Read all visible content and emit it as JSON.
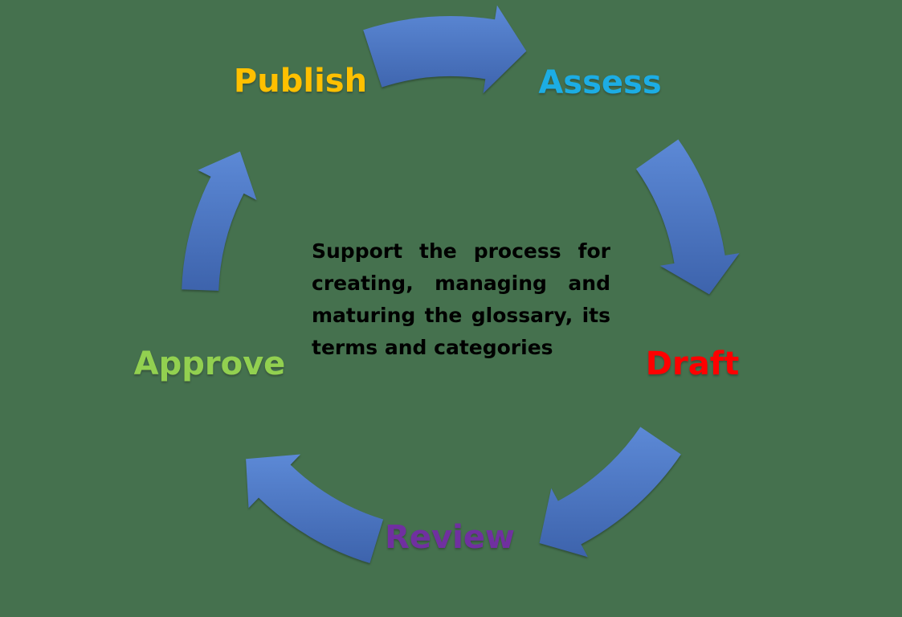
{
  "background_color": "#45714E",
  "diagram": {
    "type": "cycle",
    "title": "",
    "center_text": "Support the process for creating, managing and maturing the glossary, its terms and categories",
    "center_text_lines": [
      "Support the process for",
      "creating, managing and",
      "maturing the glossary, its",
      "terms and categories"
    ],
    "center_text_color": "#000000",
    "nodes": [
      {
        "id": "publish",
        "label": "Publish",
        "color": "#FFC000"
      },
      {
        "id": "assess",
        "label": "Assess",
        "color": "#1CADE4"
      },
      {
        "id": "draft",
        "label": "Draft",
        "color": "#FF0000"
      },
      {
        "id": "review",
        "label": "Review",
        "color": "#7030A0"
      },
      {
        "id": "approve",
        "label": "Approve",
        "color": "#92D050"
      }
    ],
    "edges": [
      {
        "from": "publish",
        "to": "assess"
      },
      {
        "from": "assess",
        "to": "draft"
      },
      {
        "from": "draft",
        "to": "review"
      },
      {
        "from": "review",
        "to": "approve"
      },
      {
        "from": "approve",
        "to": "publish"
      }
    ],
    "arrow_gradient": {
      "light": "#5C89D6",
      "dark": "#3D63AC"
    }
  }
}
